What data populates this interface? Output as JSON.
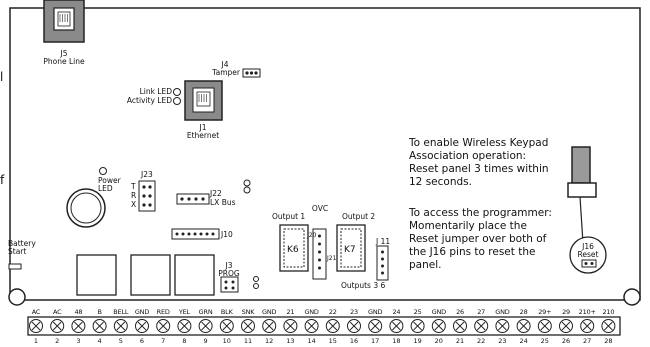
{
  "board": {
    "phone_line": {
      "id": "J5",
      "label": "Phone Line"
    },
    "tamper": {
      "id": "J4",
      "label": "Tamper"
    },
    "link_led": "Link LED",
    "activity_led": "Activity LED",
    "ethernet": {
      "id": "J1",
      "label": "Ethernet"
    },
    "power_led": "Power LED",
    "j23": {
      "id": "J23",
      "pins": [
        "T",
        "R",
        "X"
      ]
    },
    "j22": {
      "id": "J22",
      "label": "LX Bus"
    },
    "j10": "J10",
    "j3": {
      "id": "J3",
      "label": "PROG"
    },
    "battery_start": "Battery Start",
    "output1": "Output 1",
    "output2": "Output 2",
    "ovc": "OVC",
    "k6": "K6",
    "k7": "K7",
    "j11": "J 11",
    "outputs_3_6": "Outputs 3 6",
    "j16": {
      "id": "J16",
      "label": "Reset"
    },
    "j20": "J20",
    "j21": "J21"
  },
  "notes": {
    "wireless": [
      "To enable Wireless Keypad",
      "Association operation:",
      "Reset panel 3 times within",
      "12 seconds."
    ],
    "programmer": [
      "To access the programmer:",
      "Momentarily place the",
      "Reset jumper over both of",
      "the J16 pins to reset the",
      "panel."
    ]
  },
  "fragments": {
    "left_1": "l",
    "left_2": "f"
  },
  "terminals": {
    "labels": [
      "AC",
      "AC",
      "48",
      "B",
      "BELL",
      "GND",
      "RED",
      "YEL",
      "GRN",
      "BLK",
      "SNK",
      "GND",
      "21",
      "GND",
      "22",
      "23",
      "GND",
      "24",
      "25",
      "GND",
      "26",
      "27",
      "GND",
      "28",
      "29+",
      "29",
      "210+",
      "210"
    ],
    "numbers": [
      "1",
      "2",
      "3",
      "4",
      "5",
      "6",
      "7",
      "8",
      "9",
      "10",
      "11",
      "12",
      "13",
      "14",
      "15",
      "16",
      "17",
      "18",
      "19",
      "20",
      "21",
      "22",
      "23",
      "24",
      "25",
      "26",
      "27",
      "28"
    ]
  }
}
